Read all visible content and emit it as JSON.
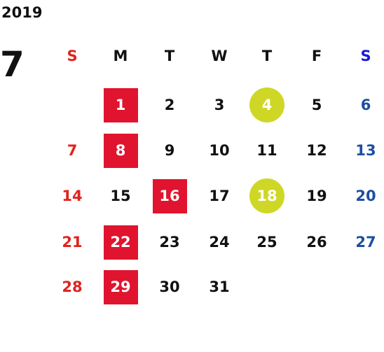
{
  "year": "2019",
  "month": "7",
  "colors": {
    "weekday": "#111111",
    "sunday": "#e0231e",
    "saturday": "#1c4fa0",
    "header_saturday": "#1a1ad4",
    "highlight_square": "#e0142e",
    "highlight_circle": "#cfd726"
  },
  "weekdays": [
    "S",
    "M",
    "T",
    "W",
    "T",
    "F",
    "S"
  ],
  "weeks": [
    [
      null,
      {
        "day": "1",
        "mark": "square"
      },
      {
        "day": "2"
      },
      {
        "day": "3"
      },
      {
        "day": "4",
        "mark": "circle"
      },
      {
        "day": "5"
      },
      {
        "day": "6"
      }
    ],
    [
      {
        "day": "7"
      },
      {
        "day": "8",
        "mark": "square"
      },
      {
        "day": "9"
      },
      {
        "day": "10"
      },
      {
        "day": "11"
      },
      {
        "day": "12"
      },
      {
        "day": "13"
      }
    ],
    [
      {
        "day": "14"
      },
      {
        "day": "15"
      },
      {
        "day": "16",
        "mark": "square"
      },
      {
        "day": "17"
      },
      {
        "day": "18",
        "mark": "circle"
      },
      {
        "day": "19"
      },
      {
        "day": "20"
      }
    ],
    [
      {
        "day": "21"
      },
      {
        "day": "22",
        "mark": "square"
      },
      {
        "day": "23"
      },
      {
        "day": "24"
      },
      {
        "day": "25"
      },
      {
        "day": "26"
      },
      {
        "day": "27"
      }
    ],
    [
      {
        "day": "28"
      },
      {
        "day": "29",
        "mark": "square"
      },
      {
        "day": "30"
      },
      {
        "day": "31"
      },
      null,
      null,
      null
    ]
  ]
}
